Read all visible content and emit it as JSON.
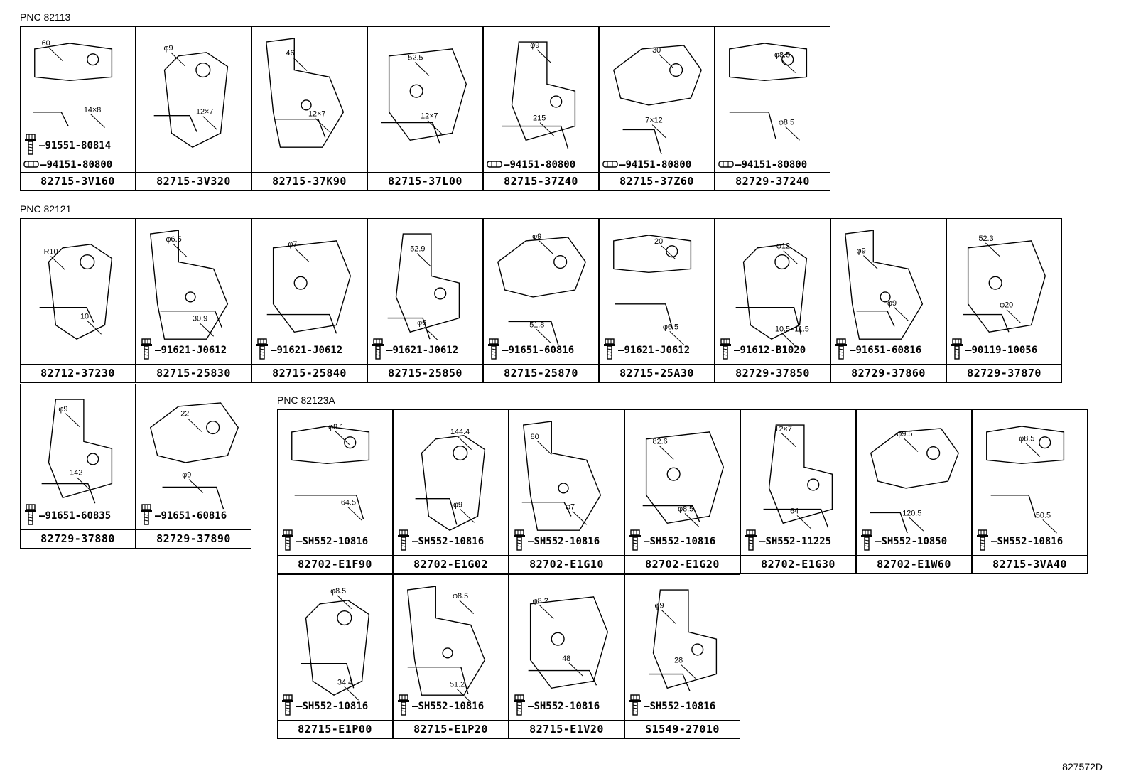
{
  "sections": [
    {
      "label": "PNC 82113"
    },
    {
      "label": "PNC 82121"
    },
    {
      "label": "PNC 82123A"
    }
  ],
  "cells": [
    {
      "part": "82715-3V160",
      "hardware": [
        "91551-80814",
        "94151-80800"
      ],
      "hw_icons": [
        "bolt",
        "nut"
      ],
      "dims": [
        "60",
        "14×8"
      ]
    },
    {
      "part": "82715-3V320",
      "hardware": [],
      "hw_icons": [],
      "dims": [
        "φ9",
        "12×7"
      ]
    },
    {
      "part": "82715-37K90",
      "hardware": [],
      "hw_icons": [],
      "dims": [
        "46",
        "12×7"
      ]
    },
    {
      "part": "82715-37L00",
      "hardware": [],
      "hw_icons": [],
      "dims": [
        "52.5",
        "12×7"
      ]
    },
    {
      "part": "82715-37Z40",
      "hardware": [
        "94151-80800"
      ],
      "hw_icons": [
        "nut"
      ],
      "dims": [
        "φ9",
        "215"
      ]
    },
    {
      "part": "82715-37Z60",
      "hardware": [
        "94151-80800"
      ],
      "hw_icons": [
        "nut"
      ],
      "dims": [
        "30",
        "7×12"
      ]
    },
    {
      "part": "82729-37240",
      "hardware": [
        "94151-80800"
      ],
      "hw_icons": [
        "nut"
      ],
      "dims": [
        "φ8.5",
        "φ8.5"
      ]
    },
    {
      "part": "82712-37230",
      "hardware": [],
      "hw_icons": [],
      "dims": [
        "R10",
        "10"
      ]
    },
    {
      "part": "82715-25830",
      "hardware": [
        "91621-J0612"
      ],
      "hw_icons": [
        "bolt"
      ],
      "dims": [
        "φ6.5",
        "30.9"
      ]
    },
    {
      "part": "82715-25840",
      "hardware": [
        "91621-J0612"
      ],
      "hw_icons": [
        "bolt"
      ],
      "dims": [
        "φ7"
      ]
    },
    {
      "part": "82715-25850",
      "hardware": [
        "91621-J0612"
      ],
      "hw_icons": [
        "bolt"
      ],
      "dims": [
        "52.9",
        "φ6"
      ]
    },
    {
      "part": "82715-25870",
      "hardware": [
        "91651-60816"
      ],
      "hw_icons": [
        "bolt"
      ],
      "dims": [
        "φ9",
        "51.8"
      ]
    },
    {
      "part": "82715-25A30",
      "hardware": [
        "91621-J0612"
      ],
      "hw_icons": [
        "bolt"
      ],
      "dims": [
        "20",
        "φ6.5"
      ]
    },
    {
      "part": "82729-37850",
      "hardware": [
        "91612-B1020"
      ],
      "hw_icons": [
        "bolt"
      ],
      "dims": [
        "φ12",
        "10.5×11.5"
      ]
    },
    {
      "part": "82729-37860",
      "hardware": [
        "91651-60816"
      ],
      "hw_icons": [
        "bolt"
      ],
      "dims": [
        "φ9",
        "φ9"
      ]
    },
    {
      "part": "82729-37870",
      "hardware": [
        "90119-10056"
      ],
      "hw_icons": [
        "bolt"
      ],
      "dims": [
        "52.3",
        "φ20"
      ]
    },
    {
      "part": "82729-37880",
      "hardware": [
        "91651-60835"
      ],
      "hw_icons": [
        "bolt"
      ],
      "dims": [
        "φ9",
        "142"
      ]
    },
    {
      "part": "82729-37890",
      "hardware": [
        "91651-60816"
      ],
      "hw_icons": [
        "bolt"
      ],
      "dims": [
        "22",
        "φ9"
      ]
    },
    {
      "part": "82702-E1F90",
      "hardware": [
        "SH552-10816"
      ],
      "hw_icons": [
        "bolt"
      ],
      "dims": [
        "φ8.1",
        "64.5"
      ]
    },
    {
      "part": "82702-E1G02",
      "hardware": [
        "SH552-10816"
      ],
      "hw_icons": [
        "bolt"
      ],
      "dims": [
        "144.4",
        "φ9"
      ]
    },
    {
      "part": "82702-E1G10",
      "hardware": [
        "SH552-10816"
      ],
      "hw_icons": [
        "bolt"
      ],
      "dims": [
        "80",
        "φ7"
      ]
    },
    {
      "part": "82702-E1G20",
      "hardware": [
        "SH552-10816"
      ],
      "hw_icons": [
        "bolt"
      ],
      "dims": [
        "82.6",
        "φ8.5"
      ]
    },
    {
      "part": "82702-E1G30",
      "hardware": [
        "SH552-11225"
      ],
      "hw_icons": [
        "bolt"
      ],
      "dims": [
        "12×7",
        "64"
      ]
    },
    {
      "part": "82702-E1W60",
      "hardware": [
        "SH552-10850"
      ],
      "hw_icons": [
        "bolt"
      ],
      "dims": [
        "φ9.5",
        "120.5"
      ]
    },
    {
      "part": "82715-3VA40",
      "hardware": [
        "SH552-10816"
      ],
      "hw_icons": [
        "bolt"
      ],
      "dims": [
        "φ8.5",
        "50.5"
      ]
    },
    {
      "part": "82715-E1P00",
      "hardware": [
        "SH552-10816"
      ],
      "hw_icons": [
        "bolt"
      ],
      "dims": [
        "φ8.5",
        "34.4"
      ]
    },
    {
      "part": "82715-E1P20",
      "hardware": [
        "SH552-10816"
      ],
      "hw_icons": [
        "bolt"
      ],
      "dims": [
        "φ8.5",
        "51.2"
      ]
    },
    {
      "part": "82715-E1V20",
      "hardware": [
        "SH552-10816"
      ],
      "hw_icons": [
        "bolt"
      ],
      "dims": [
        "φ8.2",
        "48"
      ]
    },
    {
      "part": "S1549-27010",
      "hardware": [
        "SH552-10816"
      ],
      "hw_icons": [
        "bolt"
      ],
      "dims": [
        "φ9",
        "28"
      ]
    }
  ],
  "footer_code": "827572D"
}
